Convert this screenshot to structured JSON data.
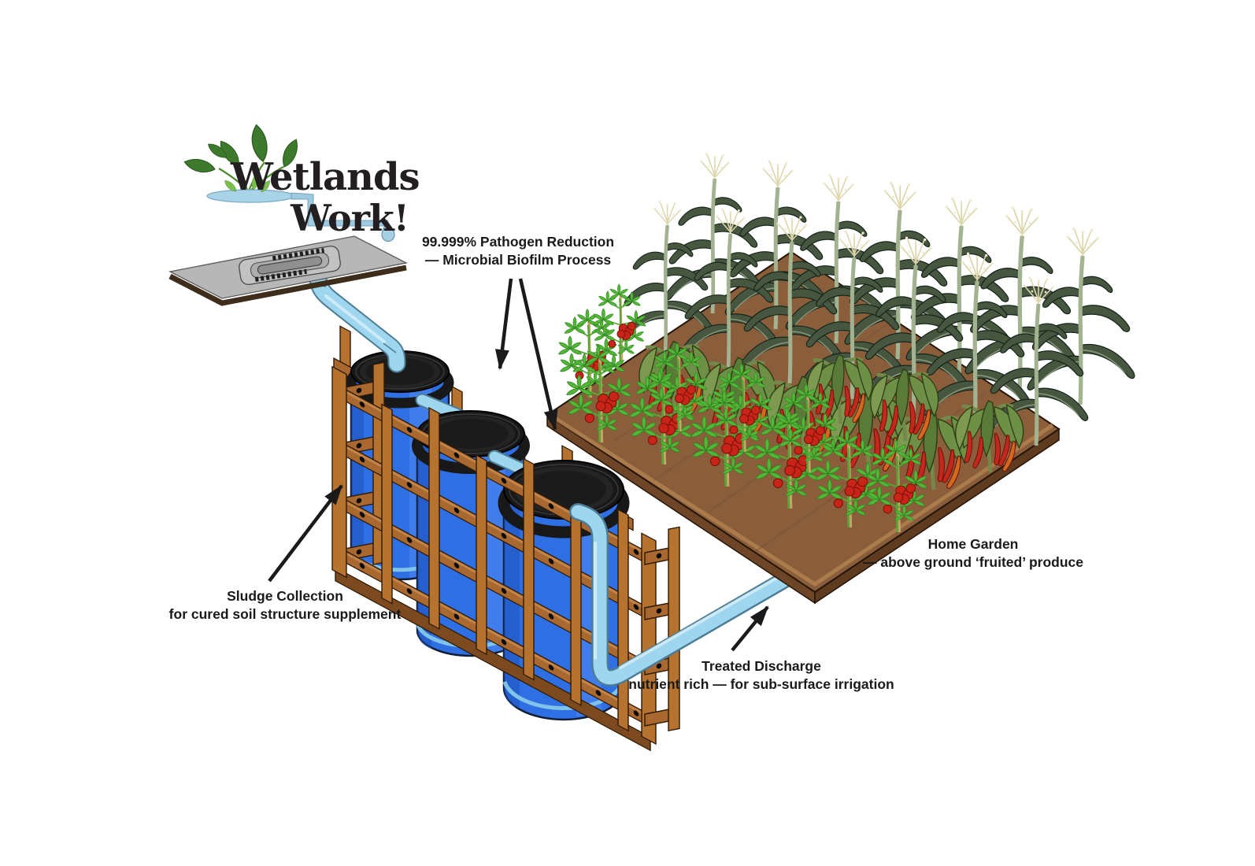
{
  "palette": {
    "bg": "#ffffff",
    "ink": "#1a1a1a",
    "logo-text": "#231f20",
    "leaf-dark": "#3e7a2e",
    "leaf-light": "#7cbf4e",
    "water": "#a9d3e6",
    "platform-gray": "#b7b7b7",
    "pipe-fill": "#9fd6ef",
    "pipe-stroke": "#4d7d94",
    "barrel-blue": "#2f6fe4",
    "barrel-outline": "#101c33",
    "lid-black": "#181818",
    "wood": "#a9682f",
    "wood-light": "#b5732f",
    "wood-dark": "#7c4a1e",
    "wood-outline": "#2e1a06",
    "soil": "#8a5e3b",
    "soil-edge": "#6e4526",
    "corn-leaf": "#47573f",
    "corn-leaf-light": "#8da183",
    "corn-stem": "#a3b392",
    "tassel": "#efe9cf",
    "tomato-leaf": "#54b637",
    "tomato-fruit": "#c92418",
    "pepper-leaf": "#6d8f46",
    "pepper-fruit": "#c4271b",
    "stake-tan": "#c9a469"
  },
  "logo": {
    "line1": "Wetlands",
    "line2": "Work!"
  },
  "labels": {
    "pathogen": {
      "line1": "99.999% Pathogen Reduction",
      "line2": "— Microbial Biofilm Process"
    },
    "sludge": {
      "line1": "Sludge Collection",
      "line2": "for cured soil structure supplement"
    },
    "discharge": {
      "line1": "Treated Discharge",
      "line2": "nutrient rich — for sub-surface irrigation"
    },
    "garden": {
      "line1": "Home Garden",
      "line2": "— above ground ‘fruited’ produce"
    }
  },
  "components": [
    "wetlands-work-logo",
    "squat-toilet-platform",
    "influent-pipe",
    "barrel-1",
    "barrel-2",
    "barrel-3",
    "wooden-crate",
    "treated-discharge-pipe",
    "home-garden-bed",
    "corn-row",
    "pepper-row",
    "tomato-row",
    "sludge-arrow",
    "pathogen-arrow-left",
    "pathogen-arrow-right",
    "discharge-arrow"
  ]
}
